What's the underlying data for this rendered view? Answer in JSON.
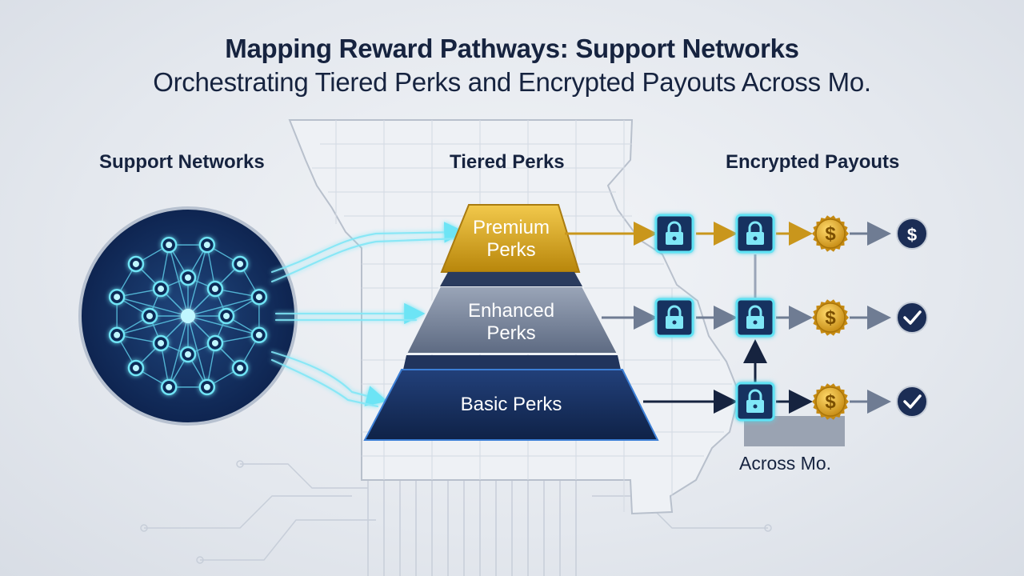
{
  "title": "Mapping Reward Pathways: Support Networks",
  "subtitle": "Orchestrating Tiered Perks and Encrypted Payouts Across Mo.",
  "columns": {
    "support": "Support Networks",
    "tiers": "Tiered Perks",
    "payouts": "Encrypted Payouts"
  },
  "tiers": {
    "premium": [
      "Premium",
      "Perks"
    ],
    "enhanced": [
      "Enhanced",
      "Perks"
    ],
    "basic": [
      "Basic Perks"
    ]
  },
  "region_label": "Across Mo.",
  "icons": {
    "network": "network-hub-icon",
    "lock": "lock-icon",
    "coin": "dollar-coin-icon",
    "dollar": "dollar-badge-icon",
    "check": "checkmark-badge-icon"
  },
  "colors": {
    "navy": "#16233f",
    "gold": "#d9a521",
    "steel": "#6f7c93",
    "cyan": "#37d7f0",
    "coin": "#e7b23a"
  }
}
